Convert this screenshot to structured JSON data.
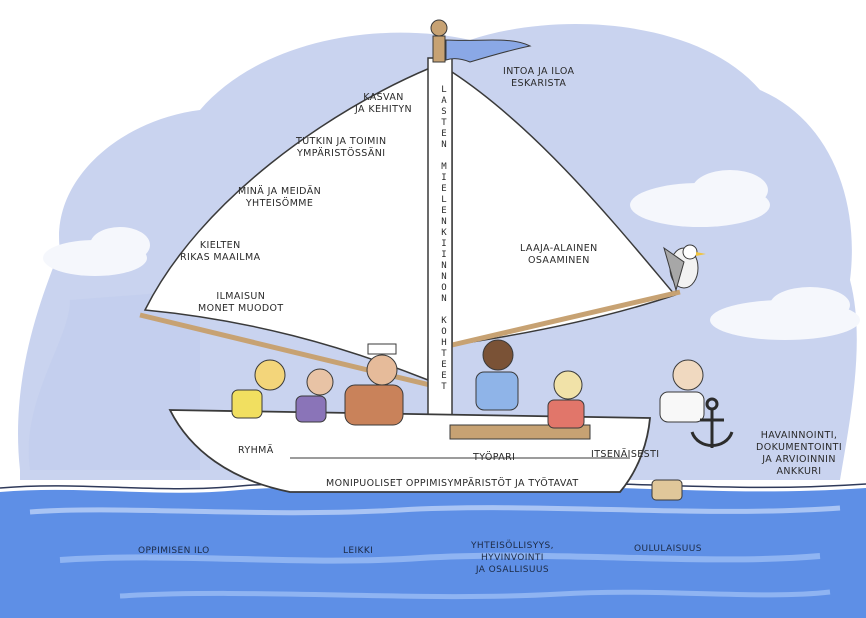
{
  "sail_left": [
    {
      "id": "kasvan",
      "lines": [
        "Kasvan",
        "ja kehityn"
      ]
    },
    {
      "id": "tutkin",
      "lines": [
        "Tutkin ja toimin",
        "ympäristössäni"
      ]
    },
    {
      "id": "mina",
      "lines": [
        "Minä ja meidän",
        "yhteisömme"
      ]
    },
    {
      "id": "kielten",
      "lines": [
        "Kielten",
        "rikas maailma"
      ]
    },
    {
      "id": "ilmaisun",
      "lines": [
        "Ilmaisun",
        "monet muodot"
      ]
    }
  ],
  "sail_right": [
    {
      "id": "intoa",
      "lines": [
        "Intoa ja iloa",
        "eskarista"
      ]
    },
    {
      "id": "laaja",
      "lines": [
        "Laaja-alainen",
        "osaaminen"
      ]
    }
  ],
  "mast_label": "Lasten mielenkiinnon kohteet",
  "hull": {
    "ryhma": "Ryhmä",
    "tyopari": "Työpari",
    "itsenaisesti": "Itsenäisesti",
    "environments": "Monipuoliset oppimisympäristöt ja työtavat"
  },
  "anchor_label": [
    "Havainnointi,",
    "dokumentointi",
    "ja arvioinnin",
    "ankkuri"
  ],
  "sea": {
    "ilo": "Oppimisen ilo",
    "leikki": "Leikki",
    "yhteisollisyys": [
      "Yhteisöllisyys,",
      "hyvinvointi",
      "ja osallisuus"
    ],
    "oululaisuus": "Oululaisuus"
  },
  "colors": {
    "sky": "#c9d3ef",
    "cloud": "#f4f6fb",
    "sail": "#ffffff",
    "hull": "#ffffff",
    "sea": "#5e8fe6",
    "sea_light": "#8fb4f2",
    "flag": "#8aa8e6",
    "wood": "#c7a273",
    "outline": "#3a3a3a"
  }
}
